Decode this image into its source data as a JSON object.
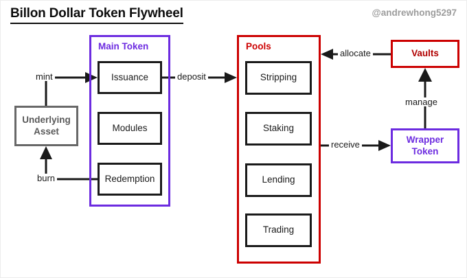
{
  "header": {
    "title": "Billon Dollar Token Flywheel",
    "handle": "@andrewhong5297"
  },
  "colors": {
    "purple": "#6C2BE0",
    "red": "#CC0000",
    "gray": "#686868",
    "black": "#1a1a1a",
    "handle_gray": "#9c9c9c",
    "background": "#ffffff"
  },
  "groups": {
    "main_token": {
      "label": "Main Token",
      "color": "#6C2BE0",
      "nodes": [
        {
          "label": "Issuance"
        },
        {
          "label": "Modules"
        },
        {
          "label": "Redemption"
        }
      ]
    },
    "pools": {
      "label": "Pools",
      "color": "#CC0000",
      "nodes": [
        {
          "label": "Stripping"
        },
        {
          "label": "Staking"
        },
        {
          "label": "Lending"
        },
        {
          "label": "Trading"
        }
      ]
    }
  },
  "nodes": {
    "underlying_asset": {
      "label": "Underlying Asset",
      "line1": "Underlying",
      "line2": "Asset",
      "color": "#686868"
    },
    "vaults": {
      "label": "Vaults",
      "color": "#CC0000"
    },
    "wrapper_token": {
      "label": "Wrapper Token",
      "line1": "Wrapper",
      "line2": "Token",
      "color": "#6C2BE0"
    }
  },
  "edges": [
    {
      "id": "mint",
      "label": "mint",
      "from": "underlying-asset",
      "to": "issuance",
      "direction": "right"
    },
    {
      "id": "burn",
      "label": "burn",
      "from": "redemption",
      "to": "underlying-asset",
      "direction": "up"
    },
    {
      "id": "deposit",
      "label": "deposit",
      "from": "issuance",
      "to": "stripping",
      "direction": "right"
    },
    {
      "id": "allocate",
      "label": "allocate",
      "from": "vaults",
      "to": "pools",
      "direction": "left"
    },
    {
      "id": "receive",
      "label": "receive",
      "from": "pools",
      "to": "wrapper-token",
      "direction": "right"
    },
    {
      "id": "manage",
      "label": "manage",
      "from": "wrapper-token",
      "to": "vaults",
      "direction": "up"
    }
  ]
}
